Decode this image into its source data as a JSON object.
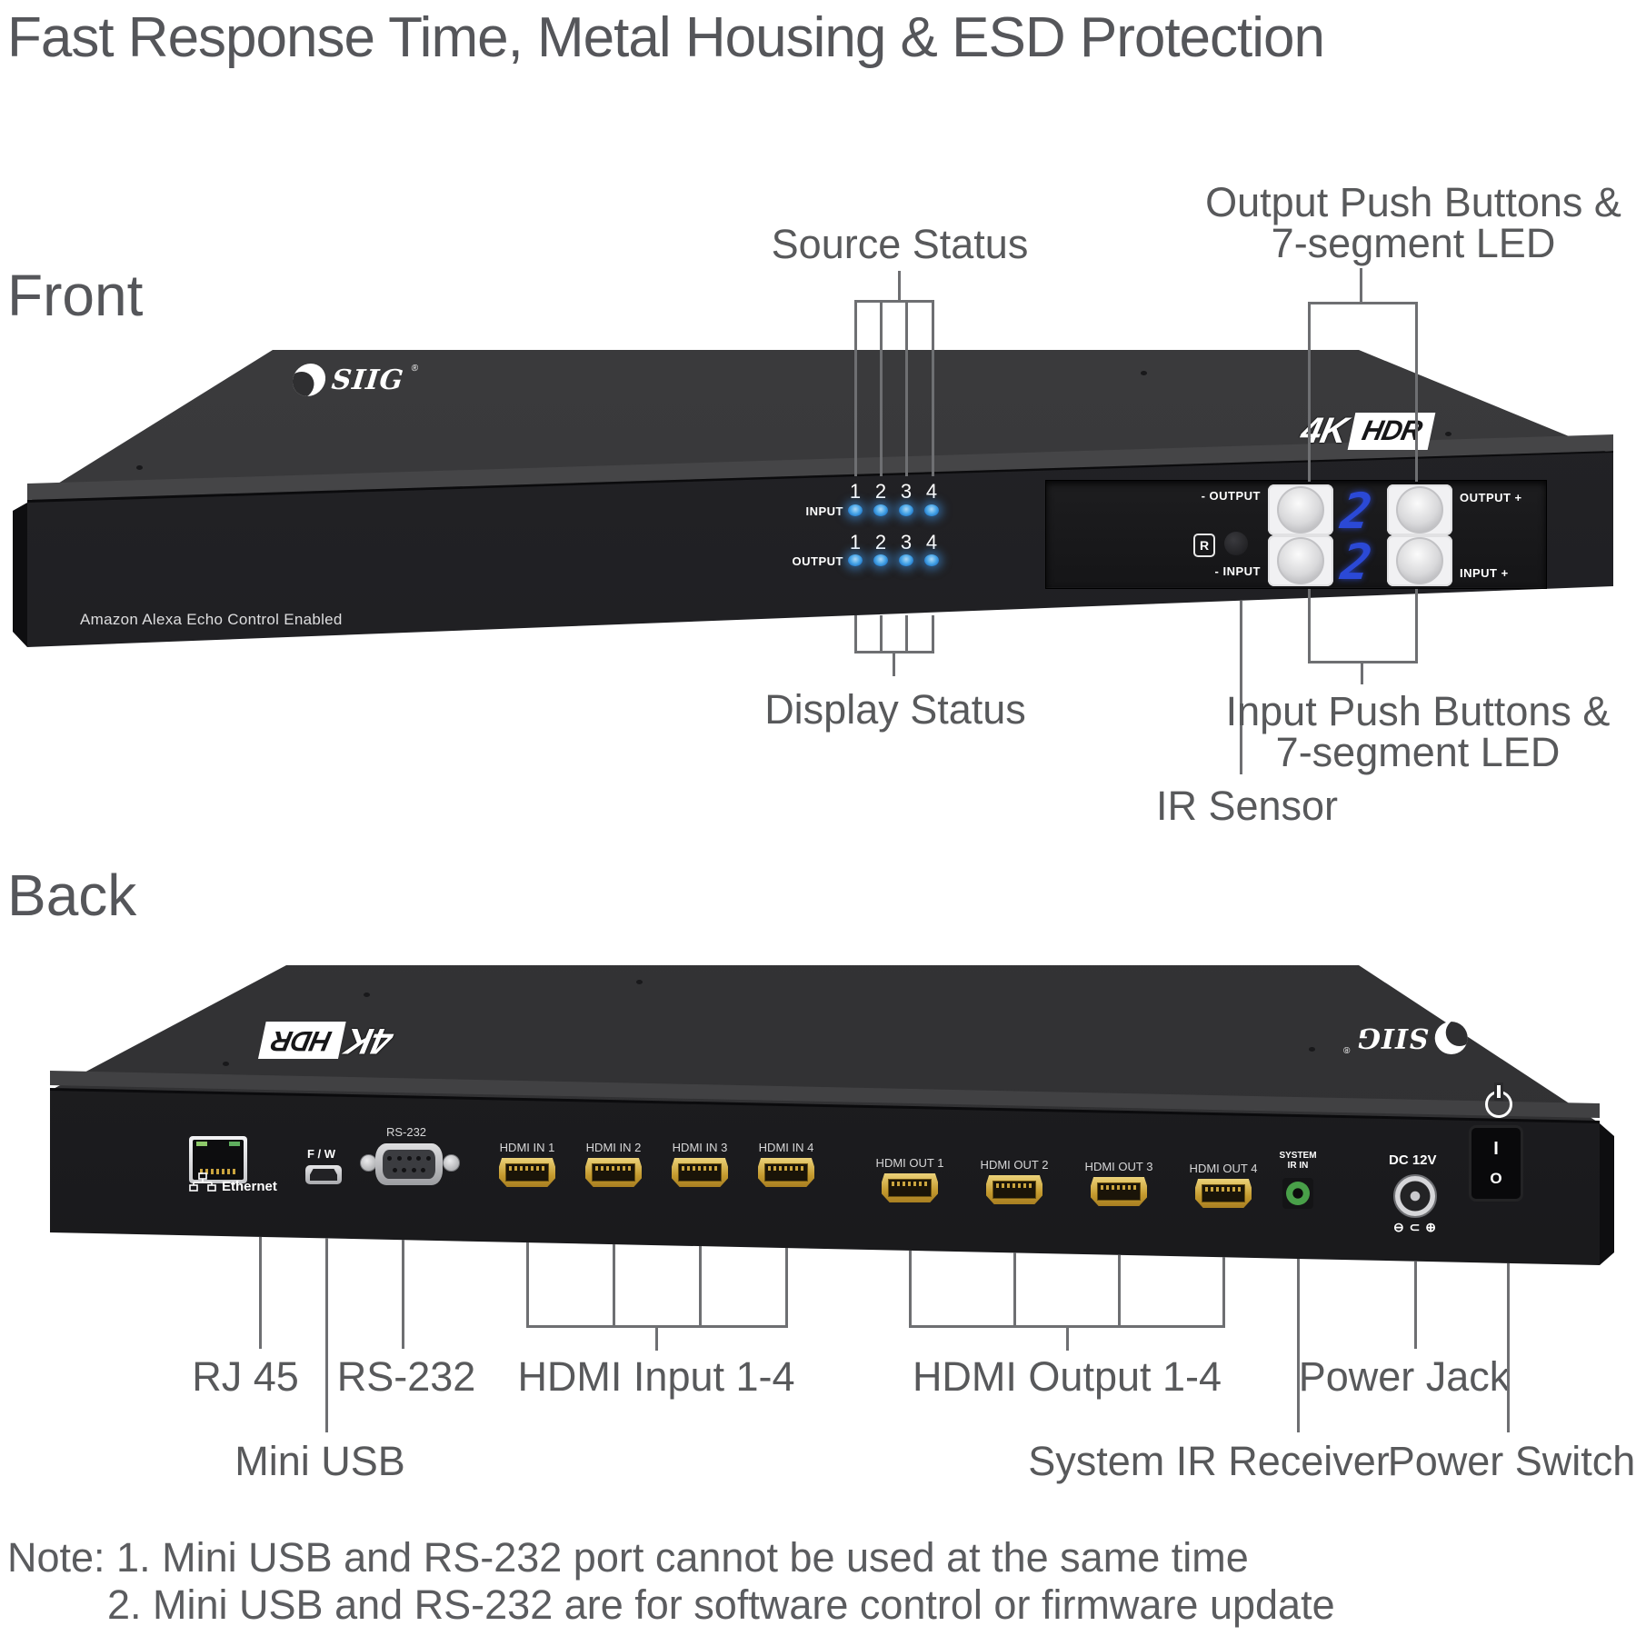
{
  "title": "Fast Response Time, Metal Housing & ESD Protection",
  "front": {
    "heading": "Front",
    "annotations": {
      "source_status": "Source Status",
      "output_buttons_line1": "Output Push Buttons &",
      "output_buttons_line2": "7-segment LED",
      "display_status": "Display Status",
      "ir_sensor": "IR Sensor",
      "input_buttons_line1": "Input Push Buttons &",
      "input_buttons_line2": "7-segment LED"
    },
    "device": {
      "brand": "SIIG",
      "brand_mark": "®",
      "badge_4k": "4K",
      "badge_hdr": "HDR",
      "tagline": "Amazon Alexa Echo Control Enabled",
      "input_row_label": "INPUT",
      "output_row_label": "OUTPUT",
      "led_numbers": [
        "1",
        "2",
        "3",
        "4"
      ],
      "controls": {
        "output_minus": "- OUTPUT",
        "output_plus": "OUTPUT +",
        "input_minus": "- INPUT",
        "input_plus": "INPUT +",
        "output_digit": "2",
        "input_digit": "2",
        "ir_mark": "R"
      }
    }
  },
  "back": {
    "heading": "Back",
    "device": {
      "brand": "SIIG",
      "brand_mark": "®",
      "badge_4k": "4K",
      "badge_hdr": "HDR",
      "ethernet_label": "Ethernet",
      "fw_label": "F / W",
      "rs232_label": "RS-232",
      "hdmi_ports": [
        "HDMI IN 1",
        "HDMI IN 2",
        "HDMI IN 3",
        "HDMI IN 4",
        "HDMI OUT 1",
        "HDMI OUT 2",
        "HDMI OUT 3",
        "HDMI OUT 4"
      ],
      "system_ir_line1": "SYSTEM",
      "system_ir_line2": "IR IN",
      "dc_label": "DC 12V",
      "polarity": "⊖ ⊂ ⊕",
      "switch_on": "I",
      "switch_off": "O"
    },
    "annotations": {
      "rj45": "RJ 45",
      "mini_usb": "Mini USB",
      "rs232": "RS-232",
      "hdmi_input": "HDMI Input 1-4",
      "hdmi_output": "HDMI Output 1-4",
      "system_ir": "System IR Receiver",
      "power_jack": "Power Jack",
      "power_switch": "Power Switch"
    }
  },
  "note": {
    "line1": "Note: 1. Mini USB and RS-232 port cannot be used at the same time",
    "line2": "2. Mini USB and RS-232 are for software control or firmware update"
  },
  "colors": {
    "annotation_text": "#58595b",
    "leader_line": "#6e6f72",
    "led_blue": "#3399e8",
    "segment_blue": "#2b49d6",
    "hdmi_gold": "#c49a2e",
    "ir_jack_green": "#49a049"
  }
}
